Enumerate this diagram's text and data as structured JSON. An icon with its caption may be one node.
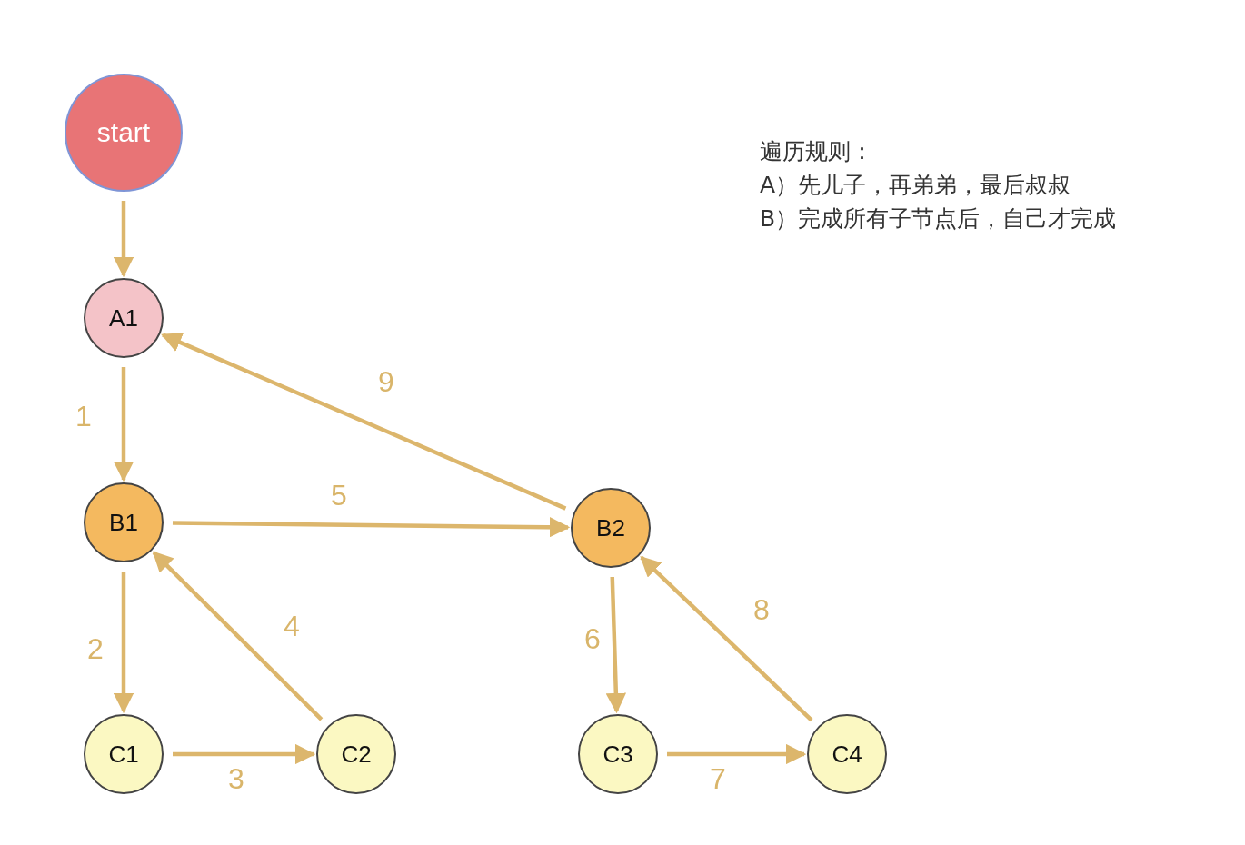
{
  "diagram": {
    "nodes": [
      {
        "text": [
          "start"
        ]
      },
      {
        "text": [
          "A1"
        ]
      },
      {
        "text": [
          "B1"
        ]
      },
      {
        "text": [
          "B2"
        ]
      },
      {
        "text": [
          "C1"
        ]
      },
      {
        "text": [
          "C2"
        ]
      },
      {
        "text": [
          "C3"
        ]
      },
      {
        "text": [
          "C4"
        ]
      }
    ],
    "edges": [
      {
        "from": 0,
        "to": 1,
        "arrow": "to"
      },
      {
        "from": 1,
        "to": 2,
        "arrow": "to",
        "label": "1"
      },
      {
        "from": 2,
        "to": 4,
        "arrow": "to",
        "label": "2"
      },
      {
        "from": 4,
        "to": 5,
        "arrow": "to",
        "label": "3"
      },
      {
        "from": 5,
        "to": 2,
        "arrow": "to",
        "label": "4"
      },
      {
        "from": 2,
        "to": 3,
        "arrow": "to",
        "label": "5"
      },
      {
        "from": 3,
        "to": 6,
        "arrow": "to",
        "label": "6"
      },
      {
        "from": 6,
        "to": 7,
        "arrow": "to",
        "label": "7"
      },
      {
        "from": 7,
        "to": 3,
        "arrow": "to",
        "label": "8"
      },
      {
        "from": 3,
        "to": 1,
        "arrow": "to",
        "label": "9"
      }
    ],
    "labels": [
      "遍历规则：",
      "A）先儿子，再弟弟，最后叔叔",
      "B）完成所有子节点后，自己才完成"
    ]
  }
}
